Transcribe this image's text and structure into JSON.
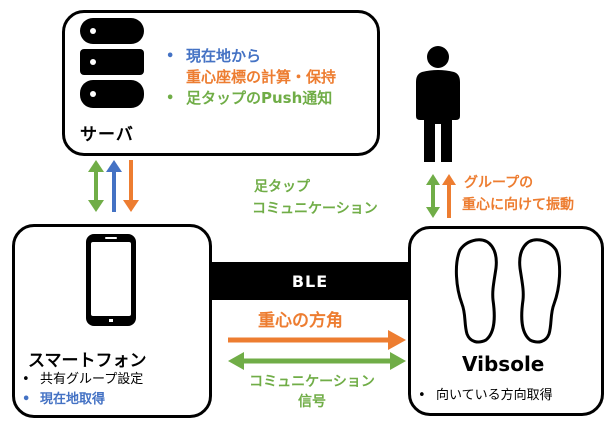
{
  "server": {
    "title": "サーバ",
    "bullets": [
      {
        "lines": [
          "現在地から"
        ],
        "color": "#4472C4"
      },
      {
        "lines": [
          "重心座標の計算・保持"
        ],
        "color": "#ED7D31",
        "no_bullet": true
      },
      {
        "lines": [
          "足タップのPush通知"
        ],
        "color": "#70AD47"
      }
    ]
  },
  "phone": {
    "title": "スマートフォン",
    "items": [
      {
        "text": "共有グループ設定",
        "color": "#000000"
      },
      {
        "text": "現在地取得",
        "color": "#4472C4"
      }
    ]
  },
  "vibsole": {
    "title": "Vibsole",
    "items": [
      {
        "text": "向いている方向取得",
        "color": "#000000"
      }
    ]
  },
  "ble": {
    "label": "BLE"
  },
  "labels": {
    "foot_tap_line1": "足タップ",
    "foot_tap_line2": "コミュニケーション",
    "group_line1": "グループの",
    "group_line2": "重心に向けて振動",
    "center_direction": "重心の方角",
    "comm_signal_line1": "コミュニケーション",
    "comm_signal_line2": "信号"
  },
  "colors": {
    "blue": "#4472C4",
    "orange": "#ED7D31",
    "green": "#70AD47",
    "black": "#000000"
  },
  "icons": [
    "database-icon",
    "person-icon",
    "smartphone-icon",
    "footprints-icon"
  ]
}
